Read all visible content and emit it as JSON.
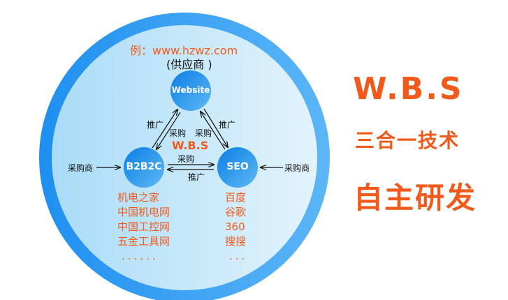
{
  "diagram": {
    "example_url": "例：www.hzwz.com",
    "supplier_label": "(供应商 )",
    "center_label": "W.B.S",
    "nodes": {
      "website": "Website",
      "b2b2c": "B2B2C",
      "seo": "SEO"
    },
    "edges": {
      "web_b2b_promote": "推广",
      "web_b2b_purchase": "采购",
      "web_seo_purchase": "采购",
      "web_seo_promote": "推广",
      "b2b_seo_purchase": "采购",
      "b2b_seo_promote": "推广",
      "left_buyer": "采购商",
      "right_buyer": "采购商"
    },
    "b2b2c_list": [
      "机电之家",
      "中国机电网",
      "中国工控网",
      "五金工具网",
      "......"
    ],
    "seo_list": [
      "百度",
      "谷歌",
      "360",
      "搜搜",
      "..."
    ]
  },
  "side": {
    "title": "W.B.S",
    "subtitle": "三合一技术",
    "slogan": "自主研发"
  },
  "colors": {
    "accent": "#f25a1c",
    "ring": "#2f9af2",
    "node": "#1a8ae8"
  }
}
